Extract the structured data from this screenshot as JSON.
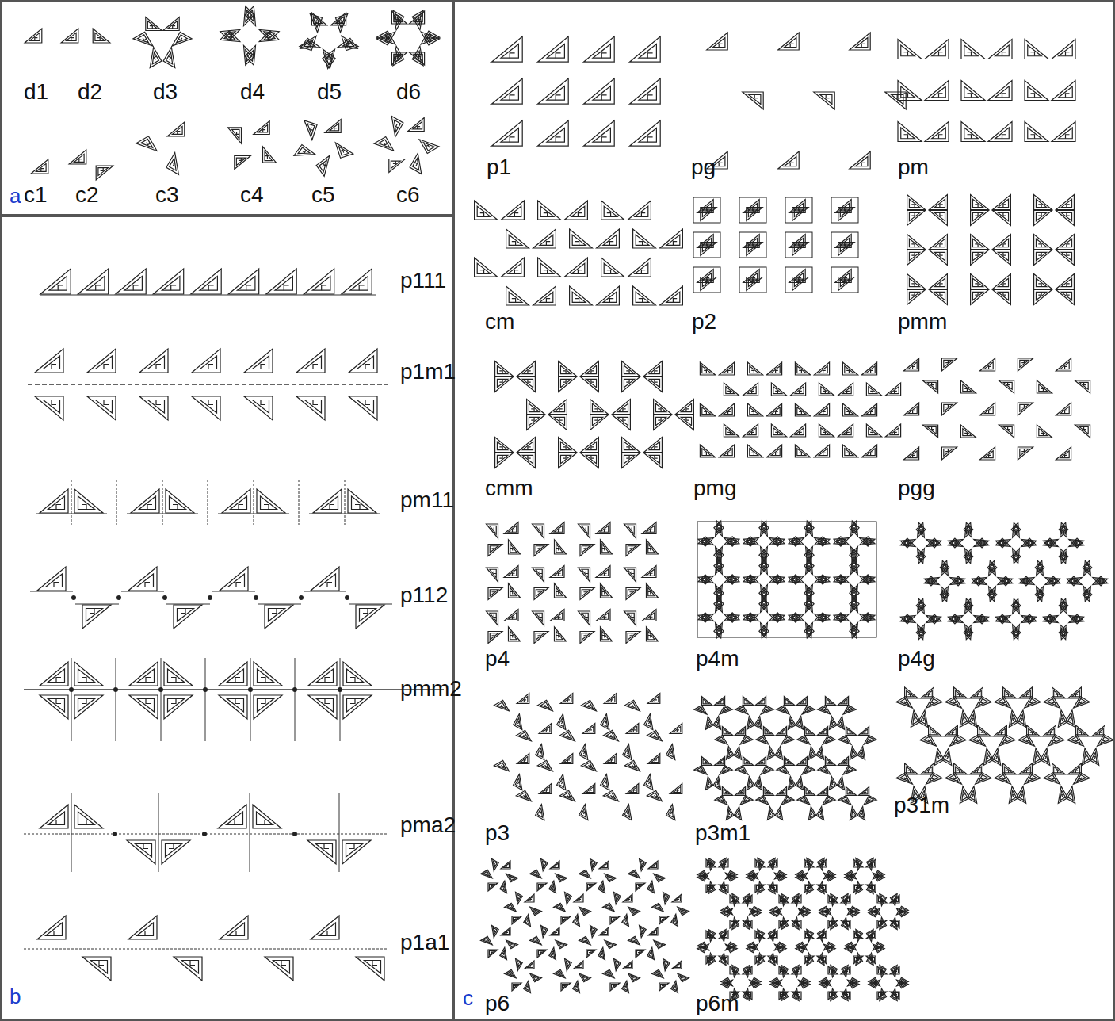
{
  "diagram": {
    "nodes": [
      {
        "text": [
          "a"
        ]
      },
      {
        "text": [
          "b"
        ]
      },
      {
        "text": [
          "c"
        ]
      }
    ],
    "labels": [
      "d1",
      "d2",
      "d3",
      "d4",
      "d5",
      "d6",
      "c1",
      "c2",
      "c3",
      "c4",
      "c5",
      "c6",
      "p111",
      "p1m1",
      "pm11",
      "p112",
      "pmm2",
      "pma2",
      "p1a1",
      "p1",
      "pg",
      "pm",
      "cm",
      "p2",
      "pmm",
      "cmm",
      "pmg",
      "pgg",
      "p4",
      "p4m",
      "p4g",
      "p3",
      "p3m1",
      "p31m",
      "p6",
      "p6m"
    ]
  }
}
